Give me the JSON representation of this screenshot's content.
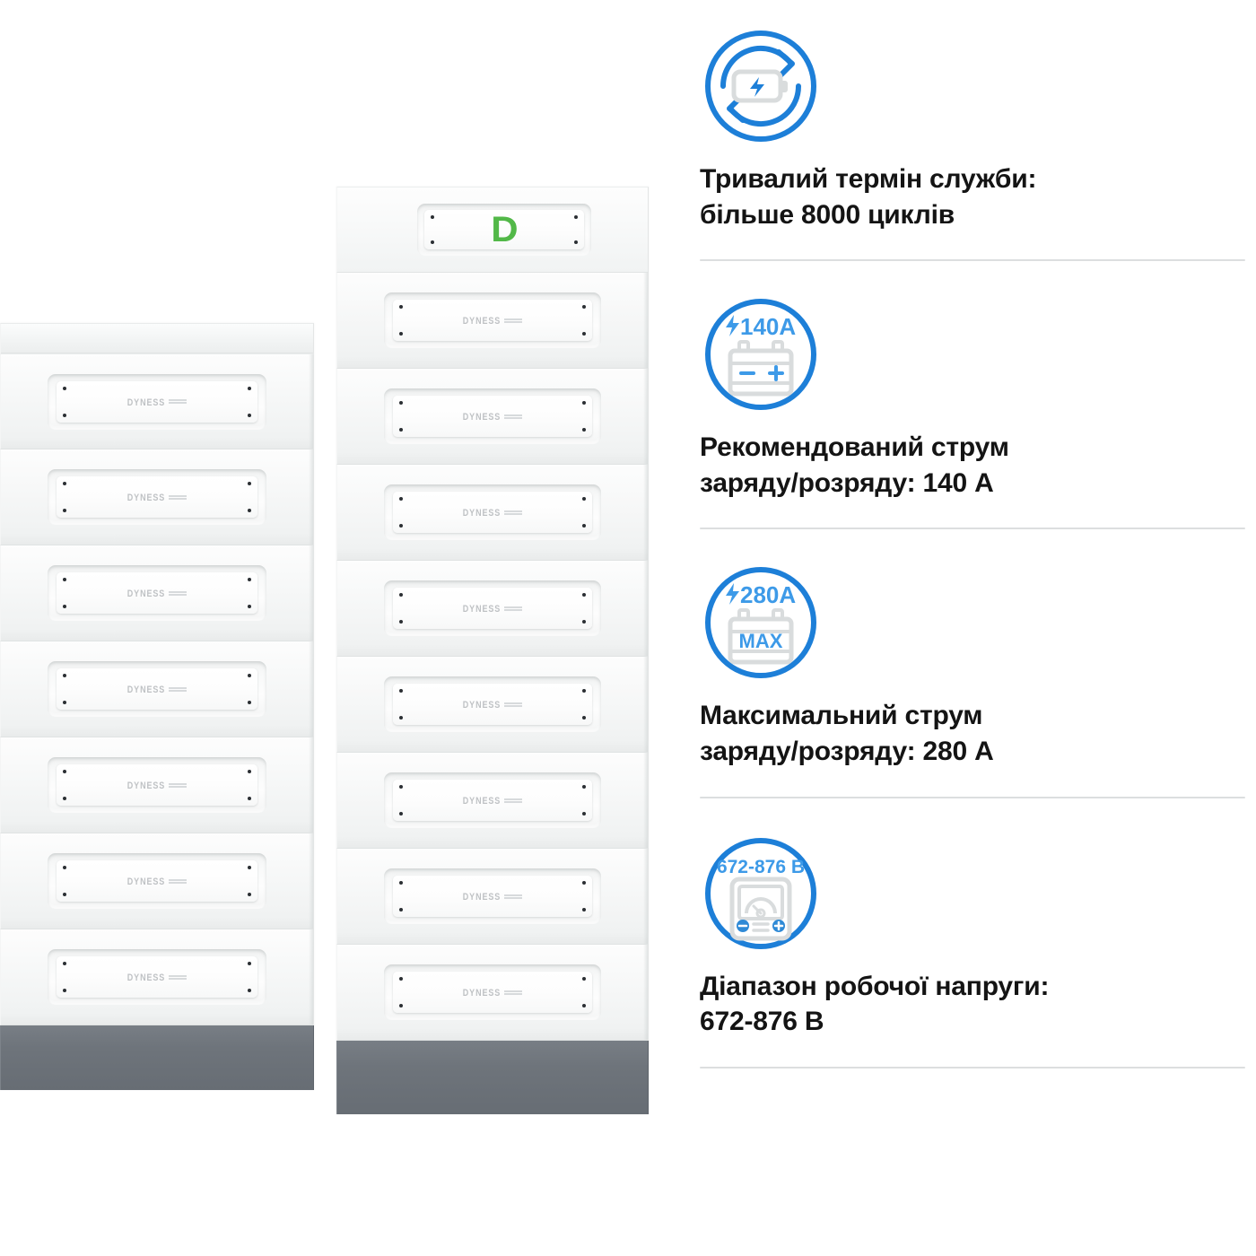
{
  "product": {
    "brand_word": "DYNESS",
    "logo_letter": "D",
    "left_stack": {
      "name": "battery-stack-left",
      "module_count": 7,
      "has_top_cap": true,
      "has_plinth": true
    },
    "right_stack": {
      "name": "battery-stack-right",
      "module_count": 8,
      "has_head_unit": true,
      "has_plinth": true
    }
  },
  "colors": {
    "accent_blue": "#1d7fd8",
    "label_blue": "#3d9ae8",
    "logo_green": "#52b848",
    "plinth_gray": "#6e747b",
    "text_dark": "#141414",
    "divider_gray": "#dcdedf",
    "icon_gray": "#d9dcdd"
  },
  "features": [
    {
      "icon": "battery-charge-cycle-icon",
      "icon_label": "",
      "text": "Тривалий термін служби:\nбільше 8000 циклів"
    },
    {
      "icon": "battery-current-icon",
      "icon_label": "140A",
      "text": "Рекомендований струм\nзаряду/розряду: 140 А"
    },
    {
      "icon": "battery-max-current-icon",
      "icon_label": "280A",
      "icon_body_label": "MAX",
      "text": "Максимальний струм\nзаряду/розряду: 280 А"
    },
    {
      "icon": "voltmeter-icon",
      "icon_label": "672-876 В",
      "text": "Діапазон робочої напруги:\n672-876 В"
    }
  ]
}
